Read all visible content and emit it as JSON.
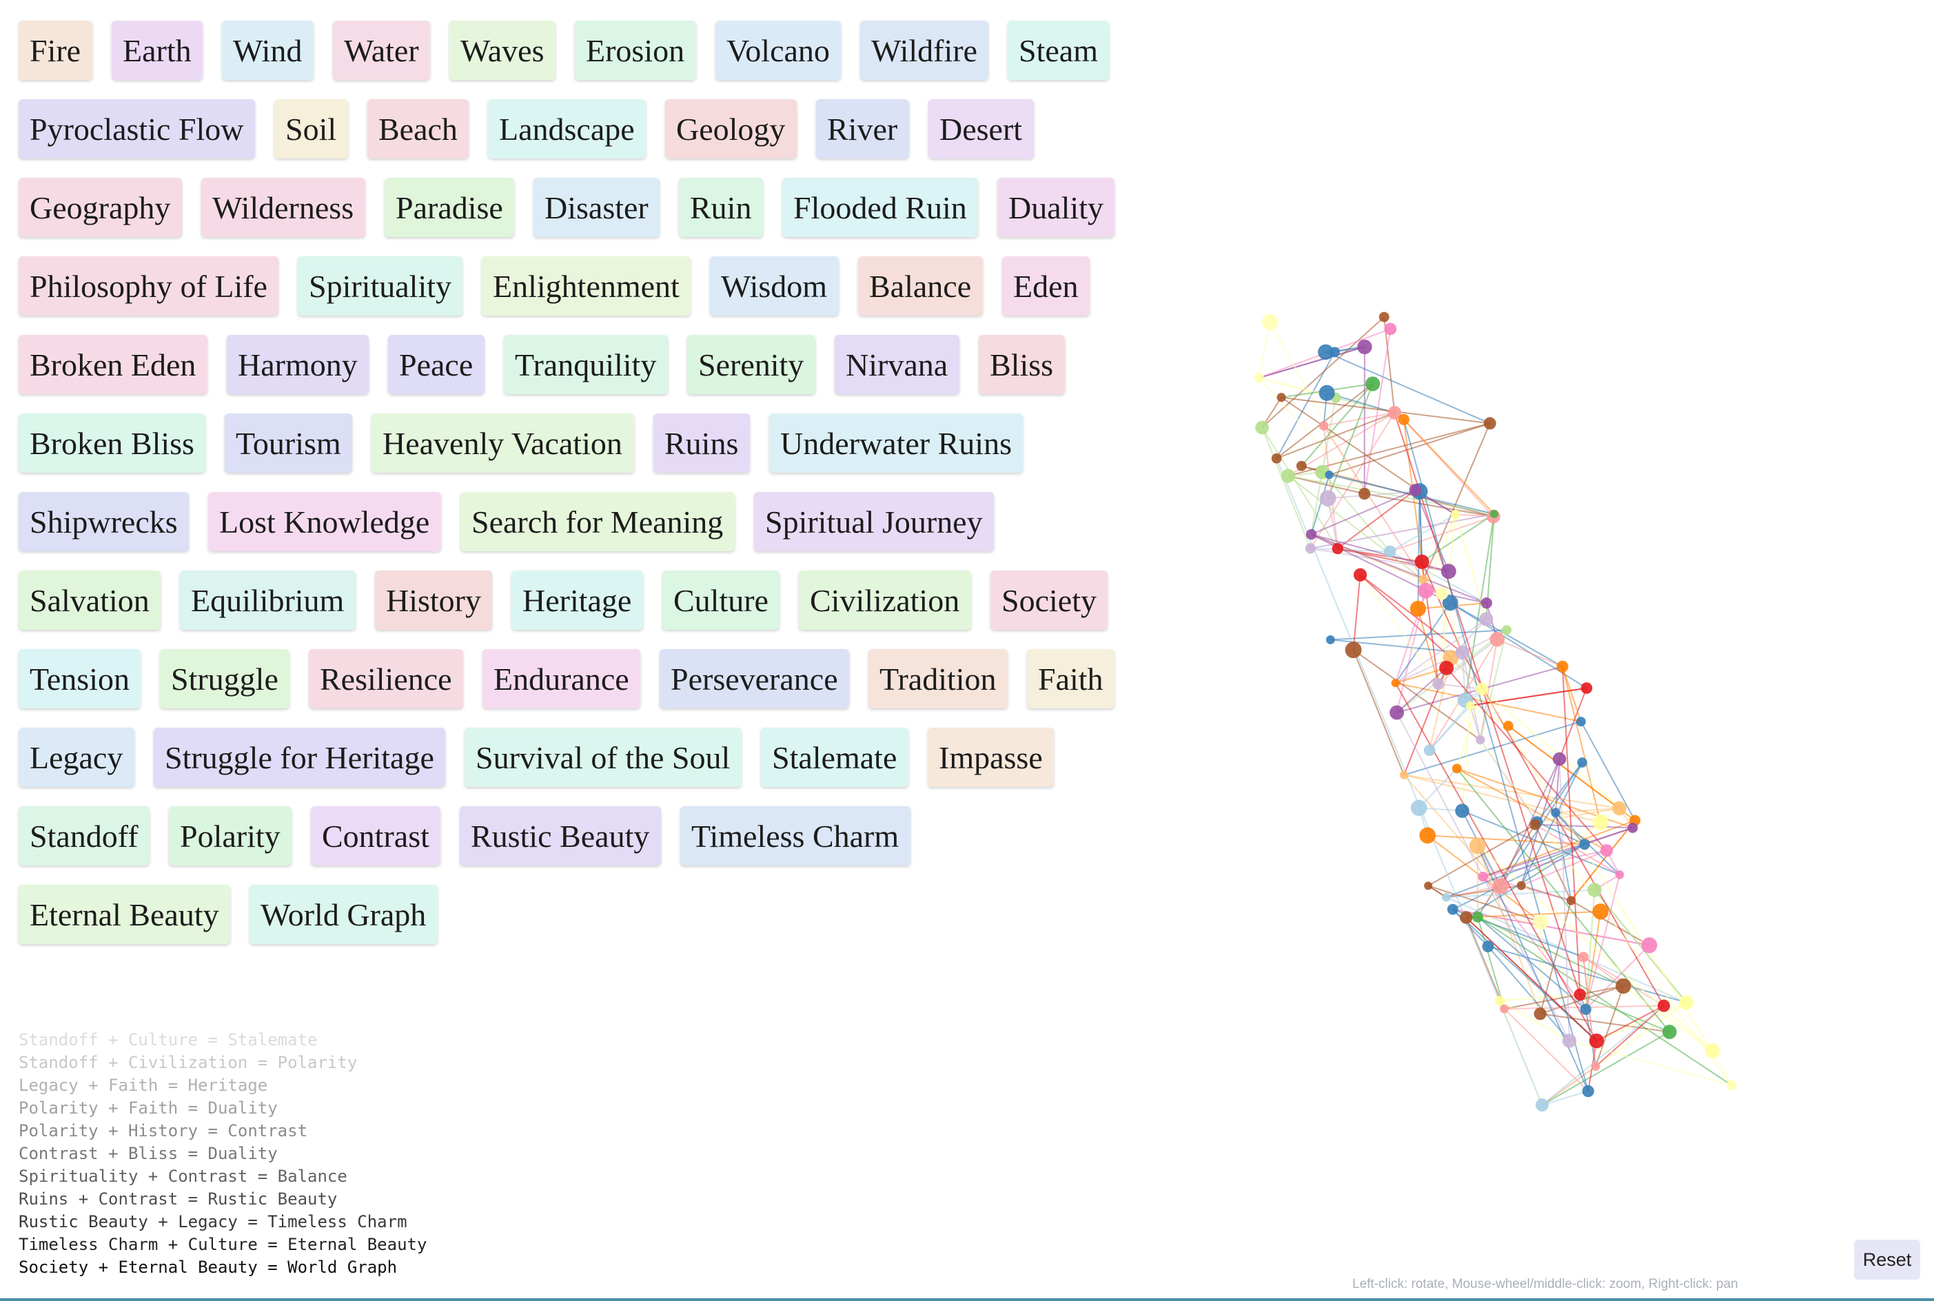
{
  "elements": [
    {
      "label": "Fire",
      "color": "#f6e6da"
    },
    {
      "label": "Earth",
      "color": "#ecdaf5"
    },
    {
      "label": "Wind",
      "color": "#dbeef6"
    },
    {
      "label": "Water",
      "color": "#f6dce6"
    },
    {
      "label": "Waves",
      "color": "#e6f6dc"
    },
    {
      "label": "Erosion",
      "color": "#dbf6e6"
    },
    {
      "label": "Volcano",
      "color": "#dbeaf7"
    },
    {
      "label": "Wildfire",
      "color": "#dbe6f6"
    },
    {
      "label": "Steam",
      "color": "#dbf6f0"
    },
    {
      "label": "Pyroclastic Flow",
      "color": "#e0dcf6"
    },
    {
      "label": "Soil",
      "color": "#f6efda"
    },
    {
      "label": "Beach",
      "color": "#f6dbe0"
    },
    {
      "label": "Landscape",
      "color": "#dbf6f2"
    },
    {
      "label": "Geology",
      "color": "#f6dbdc"
    },
    {
      "label": "River",
      "color": "#dbe2f6"
    },
    {
      "label": "Desert",
      "color": "#ecdcf6"
    },
    {
      "label": "Geography",
      "color": "#f6dbe4"
    },
    {
      "label": "Wilderness",
      "color": "#f6dbe6"
    },
    {
      "label": "Paradise",
      "color": "#dff6db"
    },
    {
      "label": "Disaster",
      "color": "#dbecf6"
    },
    {
      "label": "Ruin",
      "color": "#dbf6e4"
    },
    {
      "label": "Flooded Ruin",
      "color": "#dbf4f6"
    },
    {
      "label": "Duality",
      "color": "#f2dbf0"
    },
    {
      "label": "Philosophy of Life",
      "color": "#f6dbe4"
    },
    {
      "label": "Spirituality",
      "color": "#dbf6ee"
    },
    {
      "label": "Enlightenment",
      "color": "#eaf6db"
    },
    {
      "label": "Wisdom",
      "color": "#dbeaf6"
    },
    {
      "label": "Balance",
      "color": "#f6dfdb"
    },
    {
      "label": "Eden",
      "color": "#f6dbec"
    },
    {
      "label": "Broken Eden",
      "color": "#f6dbe6"
    },
    {
      "label": "Harmony",
      "color": "#e2dbf6"
    },
    {
      "label": "Peace",
      "color": "#dedcf6"
    },
    {
      "label": "Tranquility",
      "color": "#dbf6e6"
    },
    {
      "label": "Serenity",
      "color": "#dbf6df"
    },
    {
      "label": "Nirvana",
      "color": "#e4dbf6"
    },
    {
      "label": "Bliss",
      "color": "#f6dbe0"
    },
    {
      "label": "Broken Bliss",
      "color": "#dbf6ea"
    },
    {
      "label": "Tourism",
      "color": "#dcdff6"
    },
    {
      "label": "Heavenly Vacation",
      "color": "#e4f6db"
    },
    {
      "label": "Ruins",
      "color": "#e6dbf6"
    },
    {
      "label": "Underwater Ruins",
      "color": "#dbf0f6"
    },
    {
      "label": "Shipwrecks",
      "color": "#dcdff6"
    },
    {
      "label": "Lost Knowledge",
      "color": "#f6dbf0"
    },
    {
      "label": "Search for Meaning",
      "color": "#e6f6db"
    },
    {
      "label": "Spiritual Journey",
      "color": "#e8dbf6"
    },
    {
      "label": "Salvation",
      "color": "#e0f6db"
    },
    {
      "label": "Equilibrium",
      "color": "#dbf4f0"
    },
    {
      "label": "History",
      "color": "#f6dbdc"
    },
    {
      "label": "Heritage",
      "color": "#dbf6f2"
    },
    {
      "label": "Culture",
      "color": "#dbf6e2"
    },
    {
      "label": "Civilization",
      "color": "#e2f6db"
    },
    {
      "label": "Society",
      "color": "#f6dbe4"
    },
    {
      "label": "Tension",
      "color": "#dbf4f6"
    },
    {
      "label": "Struggle",
      "color": "#e0f6db"
    },
    {
      "label": "Resilience",
      "color": "#f6dbe2"
    },
    {
      "label": "Endurance",
      "color": "#f6dbf0"
    },
    {
      "label": "Perseverance",
      "color": "#dbe2f6"
    },
    {
      "label": "Tradition",
      "color": "#f6e4db"
    },
    {
      "label": "Faith",
      "color": "#f6efdb"
    },
    {
      "label": "Legacy",
      "color": "#dbeaf6"
    },
    {
      "label": "Struggle for Heritage",
      "color": "#e0dbf6"
    },
    {
      "label": "Survival of the Soul",
      "color": "#dbf6ee"
    },
    {
      "label": "Stalemate",
      "color": "#dbf6f2"
    },
    {
      "label": "Impasse",
      "color": "#f6e8db"
    },
    {
      "label": "Standoff",
      "color": "#dbf6e6"
    },
    {
      "label": "Polarity",
      "color": "#dbf6df"
    },
    {
      "label": "Contrast",
      "color": "#ecdbf6"
    },
    {
      "label": "Rustic Beauty",
      "color": "#e4dbf6"
    },
    {
      "label": "Timeless Charm",
      "color": "#dbe6f6"
    },
    {
      "label": "Eternal Beauty",
      "color": "#e4f6db"
    },
    {
      "label": "World Graph",
      "color": "#dbf6ee"
    }
  ],
  "combination_log": [
    "Standoff + Culture = Stalemate",
    "Standoff + Civilization = Polarity",
    "Legacy + Faith = Heritage",
    "Polarity + Faith = Duality",
    "Polarity + History = Contrast",
    "Contrast + Bliss = Duality",
    "Spirituality + Contrast = Balance",
    "Ruins + Contrast = Rustic Beauty",
    "Rustic Beauty + Legacy = Timeless Charm",
    "Timeless Charm + Culture = Eternal Beauty",
    "Society + Eternal Beauty = World Graph"
  ],
  "controls": {
    "reset_label": "Reset",
    "hint": "Left-click: rotate, Mouse-wheel/middle-click: zoom, Right-click: pan"
  },
  "graph": {
    "node_palette": [
      "#e41a1c",
      "#377eb8",
      "#4daf4a",
      "#984ea3",
      "#ff7f00",
      "#ffff99",
      "#a65628",
      "#f781bf",
      "#a6cee3",
      "#b2df8a",
      "#fb9a99",
      "#fdbf6f",
      "#cab2d6",
      "#ffffb3"
    ]
  }
}
